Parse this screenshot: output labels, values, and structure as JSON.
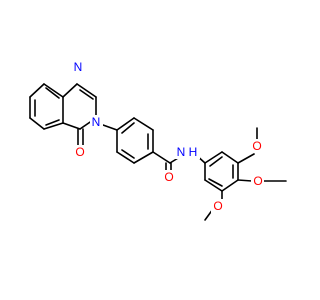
{
  "molecule": {
    "atoms": {
      "n_quin_1": {
        "label": "N",
        "color": "#0000ff"
      },
      "n_quin_3": {
        "label": "N",
        "color": "#0000ff"
      },
      "o_carbonyl_quin": {
        "label": "O",
        "color": "#ff0000"
      },
      "o_carbonyl_amide": {
        "label": "O",
        "color": "#ff0000"
      },
      "n_amide": {
        "label": "N",
        "color": "#0000ff"
      },
      "h_amide": {
        "label": "H",
        "color": "#0000ff"
      },
      "o_methoxy_top": {
        "label": "O",
        "color": "#ff0000"
      },
      "o_methoxy_mid": {
        "label": "O",
        "color": "#ff0000"
      },
      "o_methoxy_bottom": {
        "label": "O",
        "color": "#ff0000"
      }
    },
    "bond_color": "#000000"
  }
}
